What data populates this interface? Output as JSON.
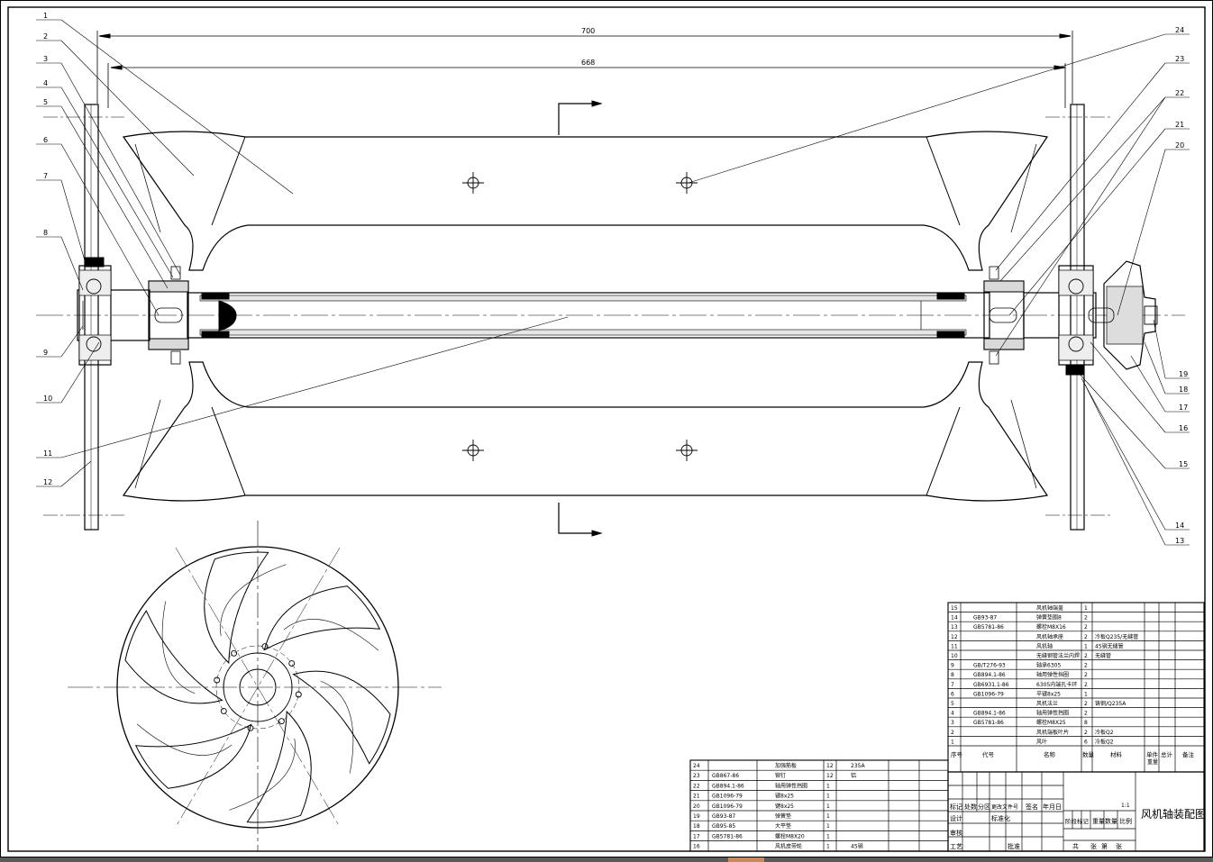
{
  "drawing": {
    "title": "风机轴装配图",
    "dimension_overall": "700",
    "dimension_inner": "668",
    "scale": "1:1"
  },
  "leaders": {
    "left": [
      "1",
      "2",
      "3",
      "4",
      "5",
      "6",
      "7",
      "8",
      "9",
      "10",
      "11",
      "12"
    ],
    "right": [
      "24",
      "23",
      "22",
      "21",
      "20",
      "19",
      "18",
      "17",
      "16",
      "15",
      "14",
      "13"
    ]
  },
  "bom_upper": [
    {
      "no": "15",
      "code": "",
      "name": "风机轴端盖",
      "qty": "1",
      "mat": "",
      "w1": "",
      "w2": "",
      "note": ""
    },
    {
      "no": "14",
      "code": "GB93-87",
      "name": "弹簧垫圈8",
      "qty": "2",
      "mat": "",
      "w1": "",
      "w2": "",
      "note": ""
    },
    {
      "no": "13",
      "code": "GB5781-86",
      "name": "螺栓M8X16",
      "qty": "2",
      "mat": "",
      "w1": "",
      "w2": "",
      "note": ""
    },
    {
      "no": "12",
      "code": "",
      "name": "风机轴承座",
      "qty": "2",
      "mat": "冷板Q235/无缝管",
      "w1": "",
      "w2": "",
      "note": ""
    },
    {
      "no": "11",
      "code": "",
      "name": "风机轴",
      "qty": "1",
      "mat": "45钢无缝管",
      "w1": "",
      "w2": "",
      "note": ""
    },
    {
      "no": "10",
      "code": "",
      "name": "无缝钢管法兰内焊",
      "qty": "2",
      "mat": "无缝管",
      "w1": "",
      "w2": "",
      "note": ""
    },
    {
      "no": "9",
      "code": "GB/T276-93",
      "name": "轴承6305",
      "qty": "2",
      "mat": "",
      "w1": "",
      "w2": "",
      "note": ""
    },
    {
      "no": "8",
      "code": "GB894.1-86",
      "name": "轴用弹性挡圈",
      "qty": "2",
      "mat": "",
      "w1": "",
      "w2": "",
      "note": ""
    },
    {
      "no": "7",
      "code": "GB6931.1-86",
      "name": "6305内端孔卡环",
      "qty": "2",
      "mat": "",
      "w1": "",
      "w2": "",
      "note": ""
    },
    {
      "no": "6",
      "code": "GB1096-79",
      "name": "平键8x25",
      "qty": "1",
      "mat": "",
      "w1": "",
      "w2": "",
      "note": ""
    },
    {
      "no": "5",
      "code": "",
      "name": "风机法兰",
      "qty": "2",
      "mat": "铸钢/Q235A",
      "w1": "",
      "w2": "",
      "note": ""
    },
    {
      "no": "4",
      "code": "GB894.1-86",
      "name": "轴用弹性挡圈",
      "qty": "2",
      "mat": "",
      "w1": "",
      "w2": "",
      "note": ""
    },
    {
      "no": "3",
      "code": "GB5781-86",
      "name": "螺栓M8X25",
      "qty": "8",
      "mat": "",
      "w1": "",
      "w2": "",
      "note": ""
    },
    {
      "no": "2",
      "code": "",
      "name": "风机端板叶片",
      "qty": "2",
      "mat": "冷板Q2",
      "w1": "",
      "w2": "",
      "note": ""
    },
    {
      "no": "1",
      "code": "",
      "name": "风叶",
      "qty": "6",
      "mat": "冷板Q2",
      "w1": "",
      "w2": "",
      "note": ""
    }
  ],
  "bom_upper_header": {
    "no": "序号",
    "code": "代号",
    "name": "名称",
    "qty": "数量",
    "mat": "材料",
    "w1": "单件",
    "w2": "总计",
    "weight": "重量",
    "note": "备注"
  },
  "bom_lower": [
    {
      "no": "24",
      "code": "",
      "name": "加强筋板",
      "qty": "12",
      "mat": "235A"
    },
    {
      "no": "23",
      "code": "GB867-86",
      "name": "铆钉",
      "qty": "12",
      "mat": "铝"
    },
    {
      "no": "22",
      "code": "GB894.1-86",
      "name": "轴用弹性挡圈",
      "qty": "1",
      "mat": ""
    },
    {
      "no": "21",
      "code": "GB1096-79",
      "name": "键8x25",
      "qty": "1",
      "mat": ""
    },
    {
      "no": "20",
      "code": "GB1096-79",
      "name": "键8x25",
      "qty": "1",
      "mat": ""
    },
    {
      "no": "19",
      "code": "GB93-87",
      "name": "弹簧垫",
      "qty": "1",
      "mat": ""
    },
    {
      "no": "18",
      "code": "GB95-85",
      "name": "大平垫",
      "qty": "1",
      "mat": ""
    },
    {
      "no": "17",
      "code": "GB5781-86",
      "name": "螺栓M8X20",
      "qty": "1",
      "mat": ""
    },
    {
      "no": "16",
      "code": "",
      "name": "风机皮带轮",
      "qty": "1",
      "mat": "45钢"
    }
  ],
  "title_block": {
    "row_labels": [
      "标记",
      "处数",
      "分区",
      "更改文件号",
      "签名",
      "年月日"
    ],
    "design": "设计",
    "standardization": "标准化",
    "review": "审核",
    "process": "工艺",
    "approve": "批准",
    "stage_mark": "阶段标记",
    "weight": "重量",
    "scale_label": "比例",
    "quantity": "数量",
    "total_sheets": "共",
    "sheet": "张",
    "sheet_no": "第",
    "page": "张"
  }
}
